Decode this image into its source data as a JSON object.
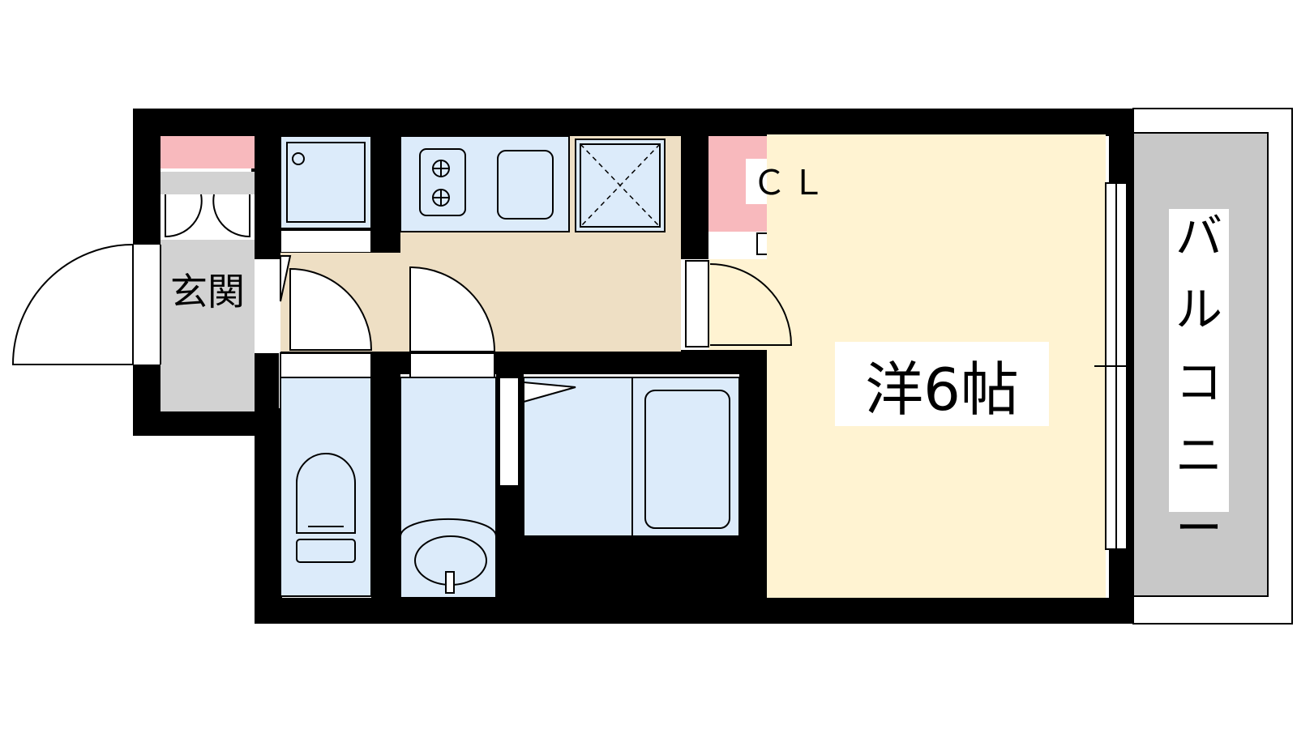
{
  "rooms": {
    "entrance": "玄関",
    "closet": "ＣＬ",
    "western_room": "洋6帖",
    "balcony": "バルコニー"
  },
  "colors": {
    "wall": "#000000",
    "western_floor": "#FFF3D2",
    "kitchen_floor": "#EEDFC4",
    "wet_area": "#DCEBFA",
    "closet_fill": "#F8B9BD",
    "balcony": "#C8C8C8",
    "entrance_floor": "#D2D2D2"
  }
}
